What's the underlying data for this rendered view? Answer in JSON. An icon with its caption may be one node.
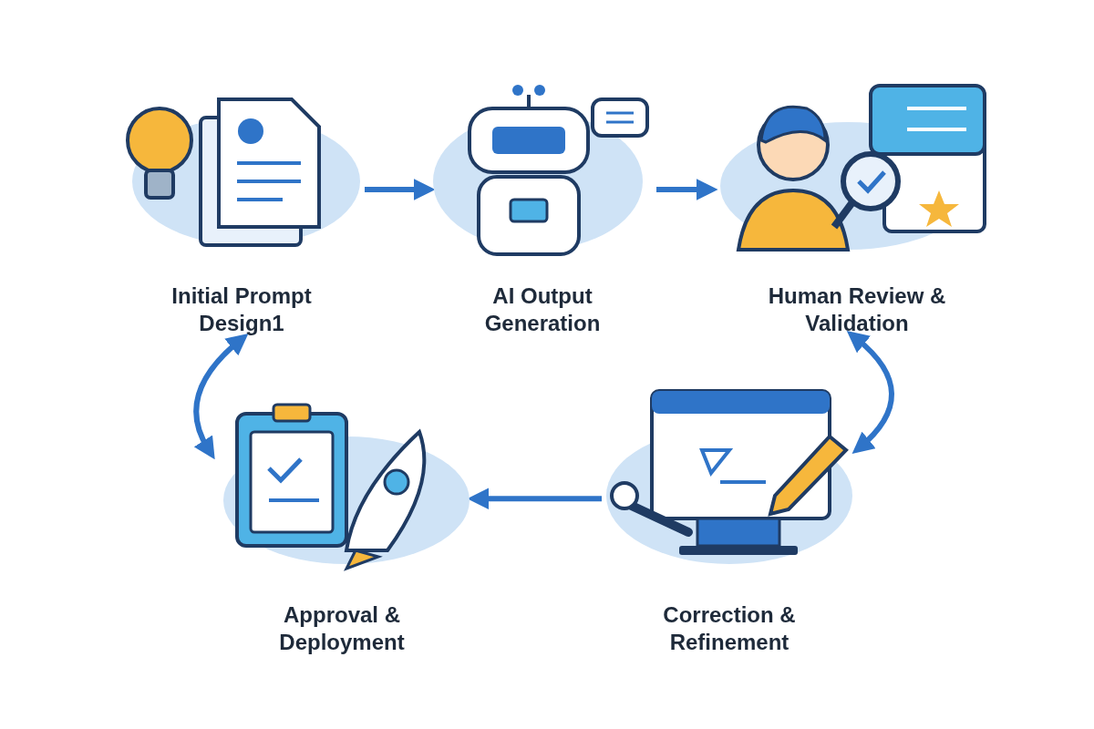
{
  "diagram": {
    "nodes": [
      {
        "text": [
          "Initial Prompt Design1"
        ]
      },
      {
        "text": [
          "AI Output Generation"
        ]
      },
      {
        "text": [
          "Human Review & Validation"
        ]
      },
      {
        "text": [
          "Correction & Refinement"
        ]
      },
      {
        "text": [
          "Approval & Deployment"
        ]
      }
    ],
    "edges": [
      {
        "from": 0,
        "to": 1,
        "arrow": "to"
      },
      {
        "from": 1,
        "to": 2,
        "arrow": "to"
      },
      {
        "from": 2,
        "to": 3,
        "arrow": "both"
      },
      {
        "from": 3,
        "to": 4,
        "arrow": "to"
      },
      {
        "from": 4,
        "to": 0,
        "arrow": "both"
      }
    ]
  }
}
